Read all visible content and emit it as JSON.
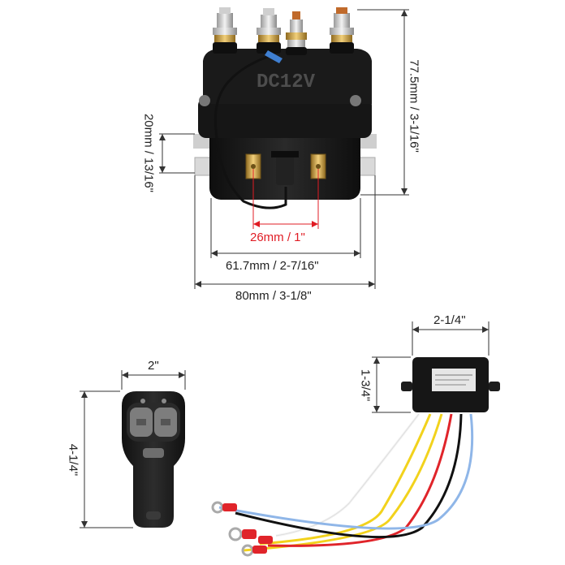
{
  "solenoid": {
    "voltage_text": "DC12V",
    "dims": {
      "height": "77.5mm / 3-1/16\"",
      "mount_height": "20mm / 13/16\"",
      "terminal_spacing": "26mm / 1\"",
      "body_width": "61.7mm / 2-7/16\"",
      "total_width": "80mm / 3-1/8\""
    }
  },
  "remote": {
    "dims": {
      "width": "2\"",
      "height": "4-1/4\""
    }
  },
  "receiver": {
    "dims": {
      "width": "2-1/4\"",
      "height": "1-3/4\""
    }
  },
  "colors": {
    "dimension_line": "#333333",
    "red_dimension": "#e01c24",
    "body_black": "#1b1b1b",
    "brass": "#c9a24a",
    "copper": "#c06a2b",
    "wire_red": "#e0242a",
    "wire_yellow": "#f2d21c",
    "wire_white": "#f4f4f4",
    "wire_blue": "#8fb6e8",
    "wire_black": "#111111"
  }
}
